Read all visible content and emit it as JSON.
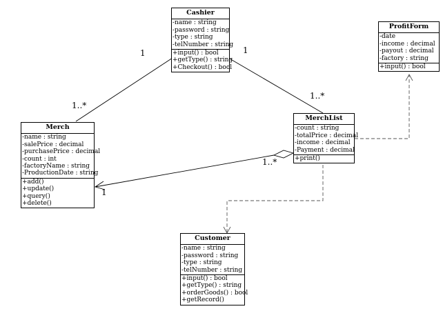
{
  "classes": {
    "cashier": {
      "title": "Cashier",
      "attributes": [
        "-name : string",
        "-password : string",
        "-type : string",
        "-telNumber : string"
      ],
      "operations": [
        "+input() : bool",
        "+getType() : string",
        "+Checkout() : bool"
      ]
    },
    "profitform": {
      "title": "ProfitForm",
      "attributes": [
        "-date",
        "-income : decimal",
        "-payout : decimal",
        "-factory : string"
      ],
      "operations": [
        "+input() : bool"
      ]
    },
    "merch": {
      "title": "Merch",
      "attributes": [
        "-name : string",
        "-salePrice : decimal",
        "-purchasePrice : decimal",
        "-count : int",
        "-factoryName : string",
        "-ProductionDate : string"
      ],
      "operations": [
        "+add()",
        "+update()",
        "+query()",
        "+delete()"
      ]
    },
    "merchlist": {
      "title": "MerchList",
      "attributes": [
        "-count : string",
        "-totalPrice : decimal",
        "-income : decimal",
        "-Payment : decimal"
      ],
      "operations": [
        "+print()"
      ]
    },
    "customer": {
      "title": "Customer",
      "attributes": [
        "-name : string",
        "-password : string",
        "-type : string",
        "-telNumber : string"
      ],
      "operations": [
        "+input() : bool",
        "+getType() : string",
        "+orderGoods() : bool",
        "+getRecord()"
      ]
    }
  },
  "multiplicities": {
    "cashier_merch_near_cashier": "1",
    "cashier_merch_near_merch": "1..*",
    "cashier_merchlist_near_cashier": "1",
    "cashier_merchlist_near_merchlist": "1..*",
    "merchlist_merch_near_merchlist": "1..*",
    "merchlist_merch_near_merch": "1"
  }
}
